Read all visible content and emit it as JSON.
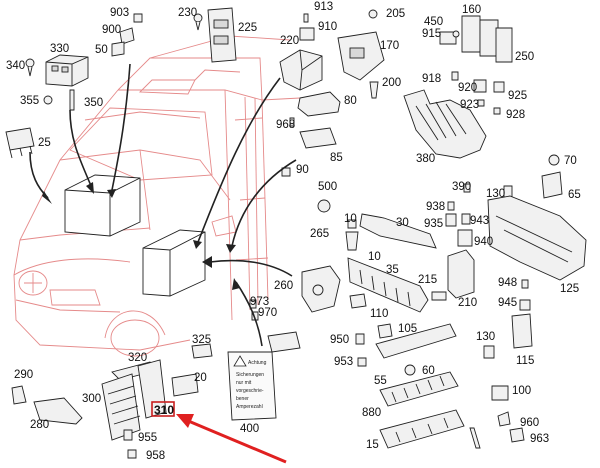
{
  "callouts": [
    "903",
    "900",
    "50",
    "230",
    "225",
    "913",
    "910",
    "205",
    "450",
    "160",
    "330",
    "340",
    "220",
    "170",
    "915",
    "918",
    "250",
    "355",
    "350",
    "200",
    "920",
    "923",
    "925",
    "928",
    "80",
    "25",
    "968",
    "380",
    "85",
    "70",
    "90",
    "390",
    "130",
    "65",
    "500",
    "938",
    "935",
    "943",
    "940",
    "30",
    "10",
    "265",
    "35",
    "215",
    "260",
    "973",
    "970",
    "948",
    "125",
    "945",
    "210",
    "950",
    "953",
    "110",
    "105",
    "325",
    "130",
    "115",
    "320",
    "20",
    "60",
    "290",
    "300",
    "55",
    "100",
    "280",
    "880",
    "960",
    "963",
    "955",
    "958",
    "15",
    "400"
  ],
  "highlighted_callout": "310",
  "warning_label": {
    "title": "Achtung",
    "lines": [
      "Sicherungen",
      "nur mit",
      "vorgeschrie-",
      "bener",
      "Amperezahl"
    ]
  },
  "colors": {
    "vehicle_outline": "#e58a8a",
    "part_line": "#222222",
    "highlight_arrow": "#e02020",
    "highlight_box": "#c81e1e"
  }
}
